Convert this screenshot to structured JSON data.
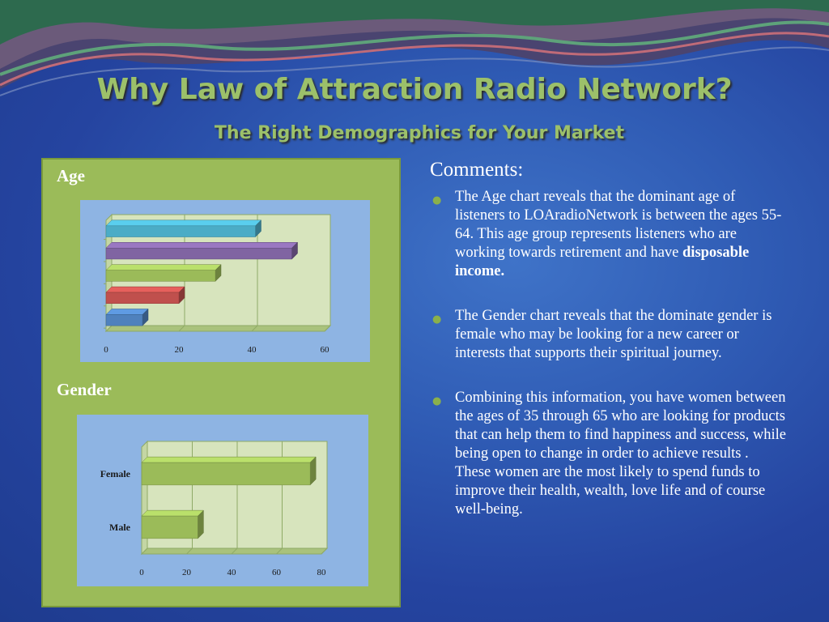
{
  "slide": {
    "title": "Why Law of Attraction Radio Network?",
    "subtitle": "The Right Demographics for Your  Market"
  },
  "panel": {
    "age_label": "Age",
    "gender_label": "Gender"
  },
  "comments": {
    "heading": "Comments:",
    "bullets": [
      {
        "text": "The Age chart reveals that the dominant age of listeners to LOAradioNetwork is between the ages 55-64.  This age group represents listeners who are working towards retirement  and  have ",
        "bold": "disposable income."
      },
      {
        "text": "The Gender chart reveals that the dominate gender is female who may be looking for a new career  or interests that supports their spiritual journey.",
        "bold": ""
      },
      {
        "text": "Combining this information, you have women  between the ages of 35 through 65 who are looking for  products that can help them to find happiness and success,  while being open to change  in order to achieve results .  These women are the most likely to spend funds to improve their health, wealth, love life and of course well-being.",
        "bold": ""
      }
    ]
  },
  "colors": {
    "panel_green": "#9bbb59",
    "chart_bg": "#8eb4e3",
    "plot_bg": "#d7e4bd",
    "title_green": "#9cc06a"
  },
  "chart_data": [
    {
      "type": "bar",
      "orientation": "horizontal",
      "title": "Age",
      "categories": [
        "",
        "",
        "",
        "",
        ""
      ],
      "values": [
        10,
        20,
        30,
        51,
        41
      ],
      "bar_colors": [
        "#4f81bd",
        "#c0504d",
        "#9bbb59",
        "#8064a2",
        "#4bacc6"
      ],
      "xticks": [
        "0",
        "20",
        "40",
        "60"
      ],
      "xlim": [
        0,
        60
      ],
      "grid": true,
      "legend": "none"
    },
    {
      "type": "bar",
      "orientation": "horizontal",
      "title": "Gender",
      "categories": [
        "Male",
        "Female"
      ],
      "values": [
        25,
        75
      ],
      "bar_colors": [
        "#9bbb59",
        "#9bbb59"
      ],
      "xticks": [
        "0",
        "20",
        "40",
        "60",
        "80"
      ],
      "xlim": [
        0,
        80
      ],
      "grid": true,
      "legend": "none"
    }
  ]
}
